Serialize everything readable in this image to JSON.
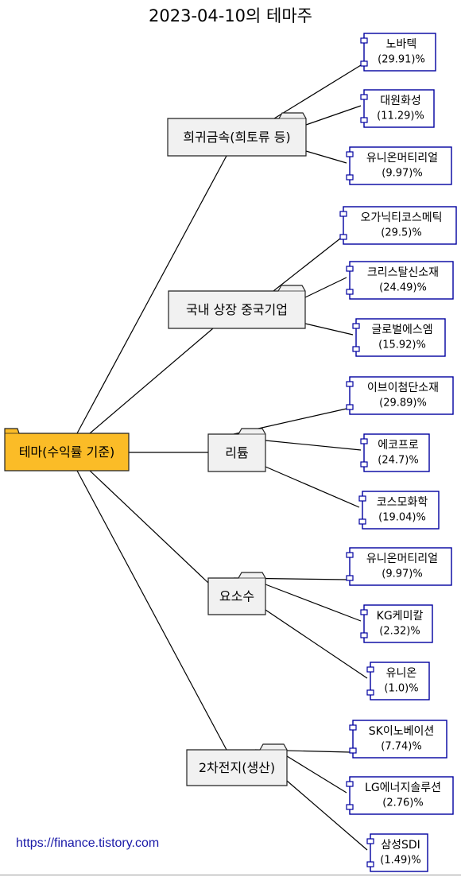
{
  "title": "2023-04-10의 테마주",
  "root": {
    "label": "테마(수익률 기준)",
    "fill": "#FBBC27"
  },
  "colors": {
    "stock_border": "#0000A0",
    "category_fill": "#F1F1F1",
    "line": "#000000"
  },
  "source": "https://finance.tistory.com",
  "categories": [
    {
      "label": "희귀금속(희토류 등)",
      "stocks": [
        {
          "name": "노바텍",
          "pct": "(29.91)%"
        },
        {
          "name": "대원화성",
          "pct": "(11.29)%"
        },
        {
          "name": "유니온머티리얼",
          "pct": "(9.97)%"
        }
      ]
    },
    {
      "label": "국내 상장 중국기업",
      "stocks": [
        {
          "name": "오가닉티코스메틱",
          "pct": "(29.5)%"
        },
        {
          "name": "크리스탈신소재",
          "pct": "(24.49)%"
        },
        {
          "name": "글로벌에스엠",
          "pct": "(15.92)%"
        }
      ]
    },
    {
      "label": "리튬",
      "stocks": [
        {
          "name": "이브이첨단소재",
          "pct": "(29.89)%"
        },
        {
          "name": "에코프로",
          "pct": "(24.7)%"
        },
        {
          "name": "코스모화학",
          "pct": "(19.04)%"
        }
      ]
    },
    {
      "label": "요소수",
      "stocks": [
        {
          "name": "유니온머티리얼",
          "pct": "(9.97)%"
        },
        {
          "name": "KG케미칼",
          "pct": "(2.32)%"
        },
        {
          "name": "유니온",
          "pct": "(1.0)%"
        }
      ]
    },
    {
      "label": "2차전지(생산)",
      "stocks": [
        {
          "name": "SK이노베이션",
          "pct": "(7.74)%"
        },
        {
          "name": "LG에너지솔루션",
          "pct": "(2.76)%"
        },
        {
          "name": "삼성SDI",
          "pct": "(1.49)%"
        }
      ]
    }
  ]
}
